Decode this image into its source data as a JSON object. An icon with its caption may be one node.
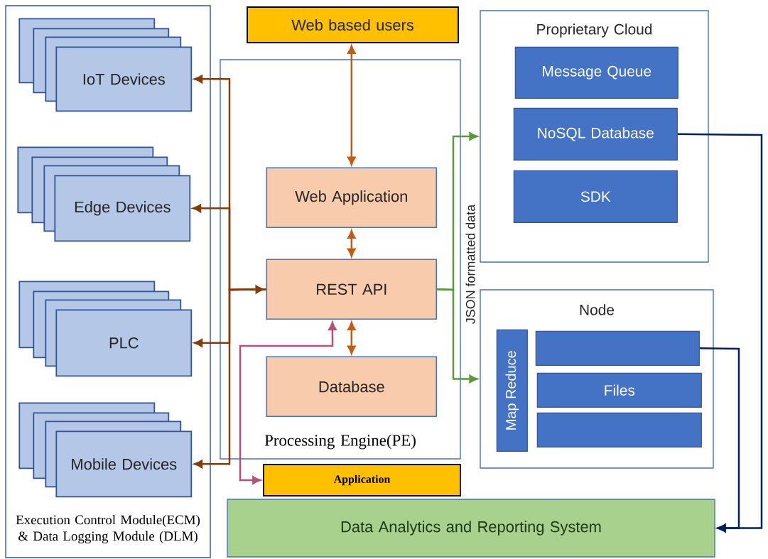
{
  "diagram": {
    "nodes": [
      {
        "text": [
          "Execution Control Module(ECM) & Data Logging Module (DLM)"
        ]
      },
      {
        "text": [
          "IoT Devices"
        ],
        "in": 0
      },
      {
        "text": [
          "Edge Devices"
        ],
        "in": 0
      },
      {
        "text": [
          "PLC"
        ],
        "in": 0
      },
      {
        "text": [
          "Mobile Devices"
        ],
        "in": 0
      },
      {
        "text": [
          "Web based users"
        ]
      },
      {
        "text": [
          "Processing Engine(PE)"
        ]
      },
      {
        "text": [
          "Web Application"
        ],
        "in": 6
      },
      {
        "text": [
          "REST API"
        ],
        "in": 6
      },
      {
        "text": [
          "Database"
        ],
        "in": 6
      },
      {
        "text": [
          "Application"
        ]
      },
      {
        "text": [
          "Proprietary Cloud"
        ]
      },
      {
        "text": [
          "Message Queue"
        ],
        "in": 11
      },
      {
        "text": [
          "NoSQL Database"
        ],
        "in": 11
      },
      {
        "text": [
          "SDK"
        ],
        "in": 11
      },
      {
        "text": [
          "Node"
        ]
      },
      {
        "text": [
          "Map Reduce"
        ],
        "in": 15
      },
      {
        "text": [],
        "shape": "box",
        "in": 15
      },
      {
        "text": [
          "Files"
        ],
        "in": 15
      },
      {
        "text": [],
        "shape": "box",
        "in": 15
      },
      {
        "text": [
          "Data Analytics and Reporting System"
        ]
      }
    ],
    "edges": [
      {
        "from": 8,
        "to": 1,
        "arrow": "both"
      },
      {
        "from": 8,
        "to": 2,
        "arrow": "to"
      },
      {
        "from": 8,
        "to": 3,
        "arrow": "to"
      },
      {
        "from": 8,
        "to": 4,
        "arrow": "to"
      },
      {
        "from": 5,
        "to": 7,
        "arrow": "both",
        "color": "#c55a11"
      },
      {
        "from": 7,
        "to": 8,
        "arrow": "both",
        "color": "#c55a11"
      },
      {
        "from": 8,
        "to": 9,
        "arrow": "both",
        "color": "#c55a11"
      },
      {
        "from": 10,
        "to": 8,
        "arrow": "both",
        "color": "#b8507a"
      },
      {
        "from": 8,
        "to": 11,
        "arrow": "to",
        "color": "#5a9a3a",
        "label": "JSON formatted data"
      },
      {
        "from": 8,
        "to": 15,
        "arrow": "to",
        "color": "#5a9a3a"
      },
      {
        "from": 13,
        "to": 20,
        "arrow": "to",
        "color": "#002060"
      },
      {
        "from": 17,
        "to": 20,
        "arrow": "to",
        "color": "#002060"
      }
    ]
  }
}
